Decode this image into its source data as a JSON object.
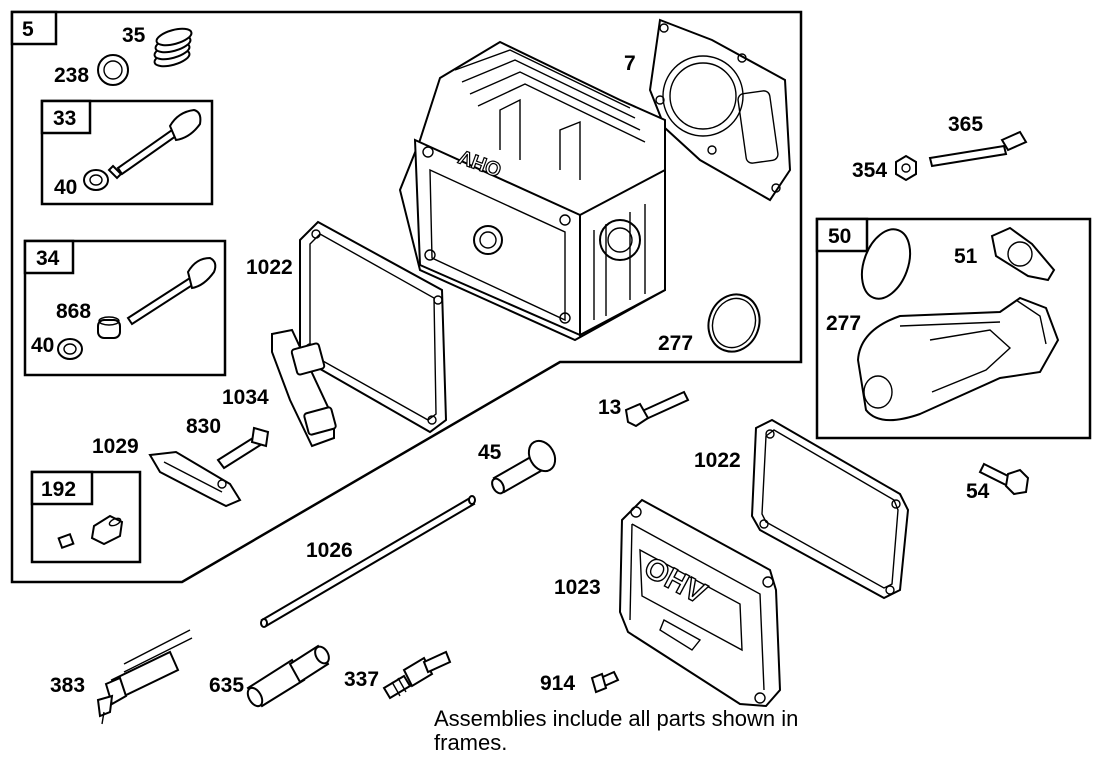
{
  "frames": {
    "head_assembly": "5",
    "exhaust_valve": "33",
    "intake_valve": "34",
    "intake_elbow": "50",
    "rocker_nut_kit": "192"
  },
  "labels": {
    "spring": "35",
    "cap": "238",
    "gasket_head": "7",
    "valve_retainer_33": "40",
    "valve_seal": "868",
    "valve_retainer_34": "40",
    "gasket_cover_upper": "1022",
    "o_ring_upper": "277",
    "guide_plate": "1034",
    "rocker_stud": "830",
    "rocker_arm": "1029",
    "bolt_13": "13",
    "stud_365": "365",
    "nut_354": "354",
    "gasket_51": "51",
    "o_ring_elbow": "277",
    "screw_54": "54",
    "tappet": "45",
    "gasket_cover_lower": "1022",
    "push_rod": "1026",
    "valve_cover": "1023",
    "spark_plug_wrench": "383",
    "boot": "635",
    "spark_plug": "337",
    "screw_914": "914"
  },
  "cover_text": "OHV",
  "head_text": "OHV",
  "note": "Assemblies include all parts shown in frames."
}
